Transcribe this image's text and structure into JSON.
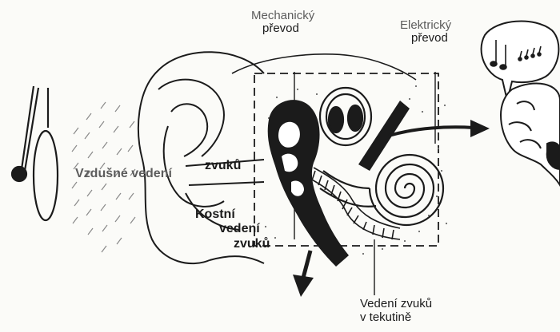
{
  "labels": {
    "mechanical": [
      "Mechanický",
      "převod"
    ],
    "electrical": [
      "Elektrický",
      "převod"
    ],
    "air": [
      "Vzdušné vedení",
      "zvuků"
    ],
    "bone": [
      "Kostní",
      "vedení",
      "zvuků"
    ],
    "fluid": [
      "Vedení zvuků",
      "v tekutině"
    ]
  },
  "icons": [
    "tuning-fork-icon",
    "speech-bubble-icon",
    "music-notes-icon",
    "brain-icon",
    "arrow-right-icon",
    "arrow-down-icon"
  ],
  "colors": {
    "ink": "#1b1b1b",
    "background": "#fbfbf8",
    "gray_label": "#5c5c5c"
  }
}
